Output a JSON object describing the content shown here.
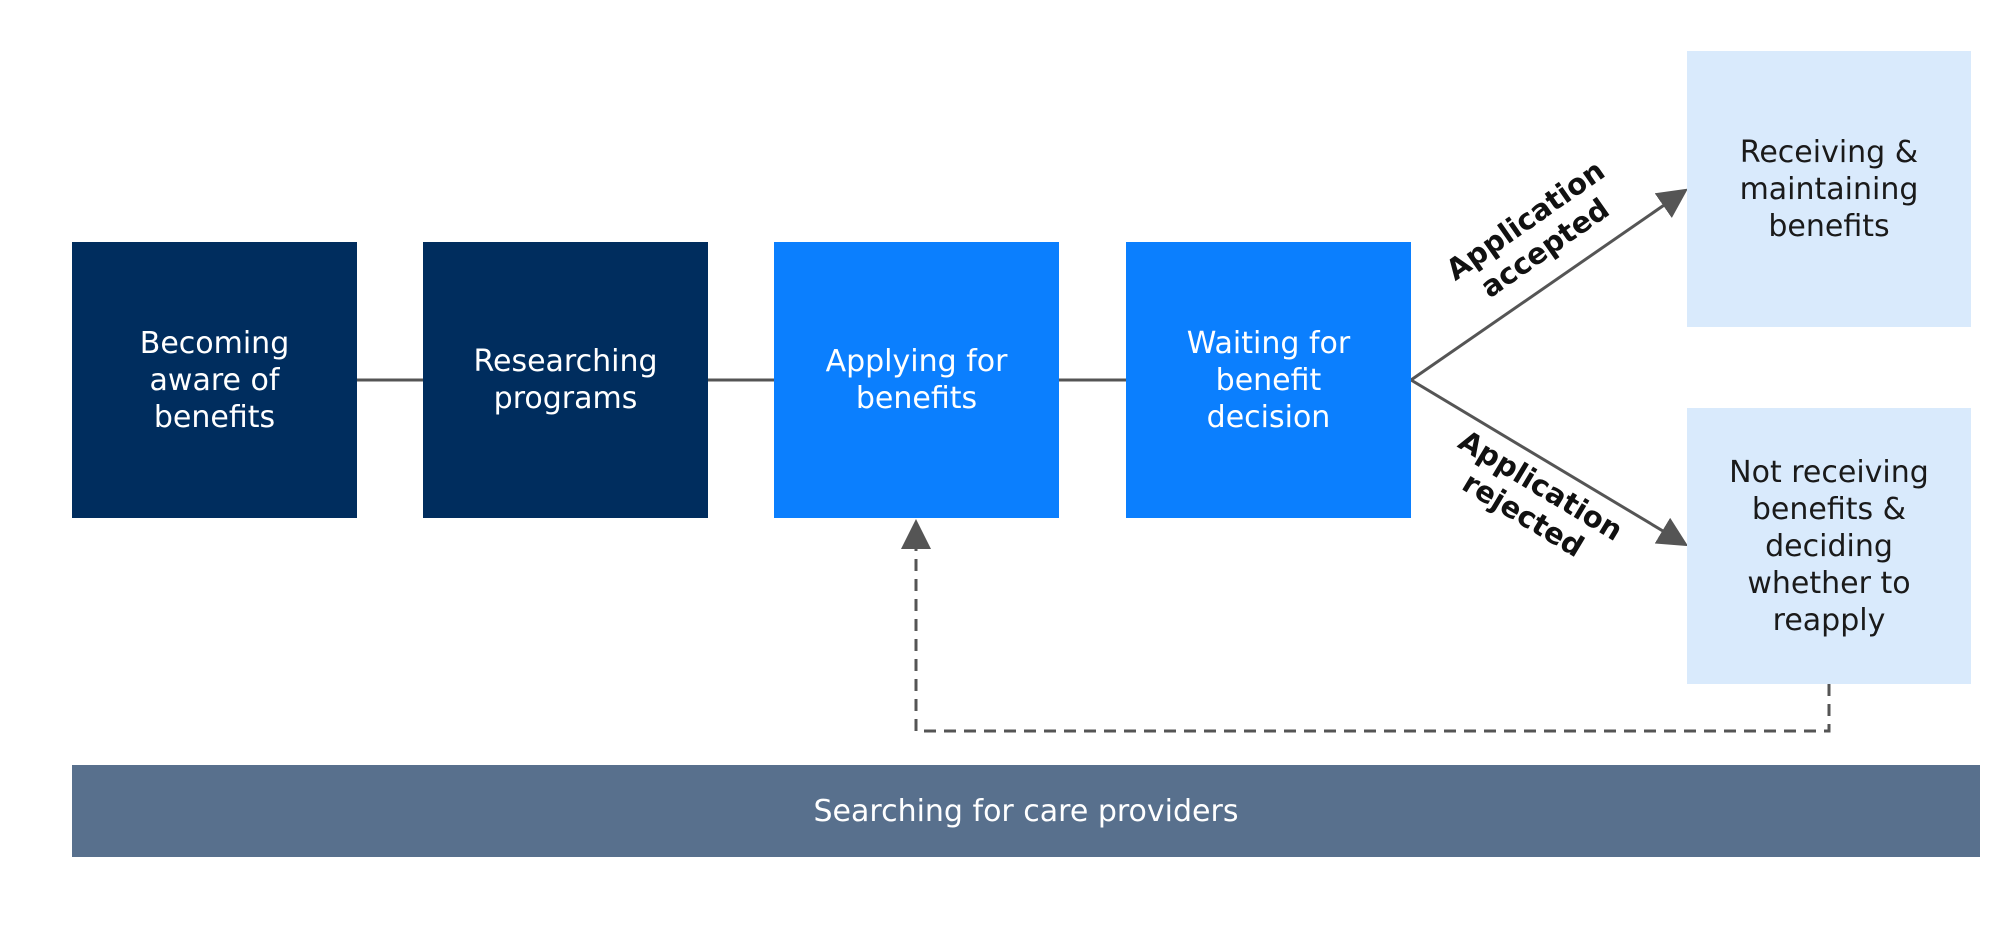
{
  "stages": [
    {
      "label": "Becoming\naware of\nbenefits"
    },
    {
      "label": "Researching\nprograms"
    },
    {
      "label": "Applying for\nbenefits"
    },
    {
      "label": "Waiting for\nbenefit\ndecision"
    }
  ],
  "outcomes": {
    "accepted": {
      "edge_label": "Application\naccepted",
      "box_label": "Receiving &\nmaintaining\nbenefits"
    },
    "rejected": {
      "edge_label": "Application\nrejected",
      "box_label": "Not receiving\nbenefits &\ndeciding\nwhether to\nreapply"
    }
  },
  "banner": {
    "label": "Searching for care providers"
  },
  "colors": {
    "dark_stage": "#002d5e",
    "active_stage": "#0b7ffe",
    "outcome": "#d9eafc",
    "banner": "#58708d",
    "connector": "#555555"
  }
}
